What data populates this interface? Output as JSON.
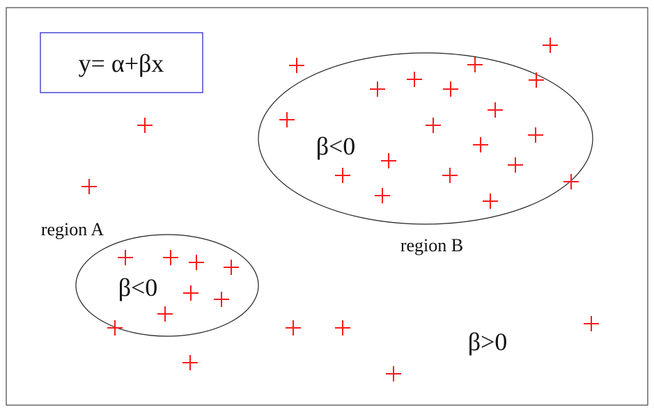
{
  "equation": "y= α+βx",
  "regions": {
    "a_label": "region A",
    "a_condition": "β<0",
    "b_label": "region B",
    "b_condition": "β<0"
  },
  "outside_condition": "β>0",
  "colors": {
    "points": "#ff1a1a",
    "equation_border": "#2b2bc9",
    "frame": "#444444"
  },
  "marker": "plus"
}
